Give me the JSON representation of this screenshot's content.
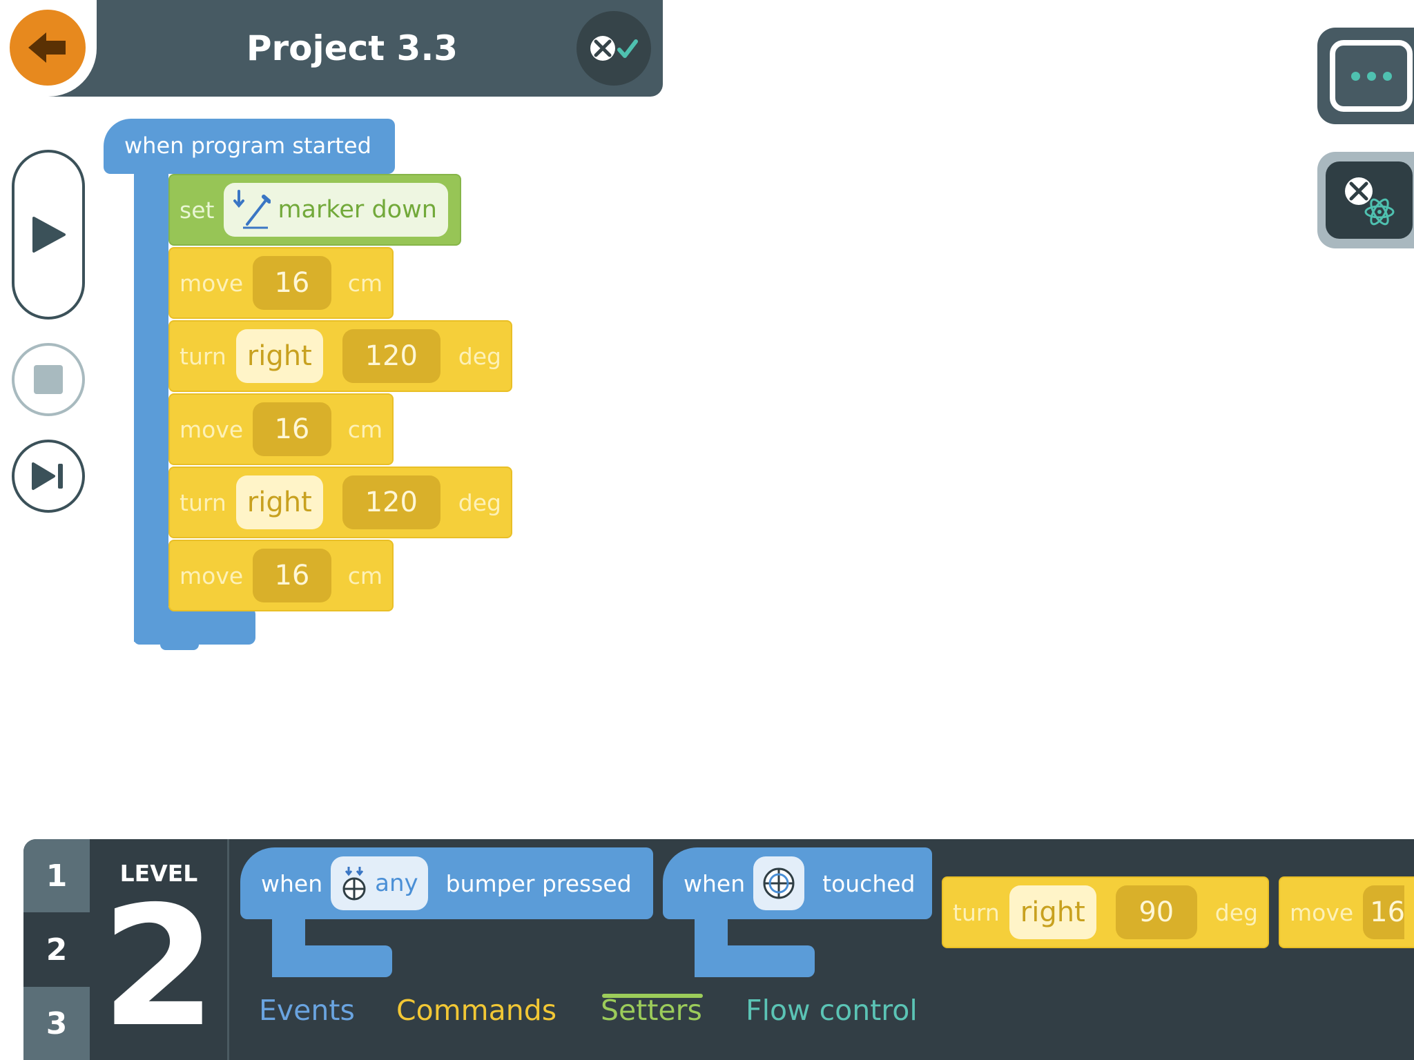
{
  "header": {
    "title": "Project 3.3",
    "back_icon": "arrow-left-icon",
    "robot_status_icon": "robot-connected-icon",
    "accent": "#e7891e"
  },
  "side_buttons": {
    "more_icon": "more-dots-icon",
    "tools_icon": "robot-tools-icon"
  },
  "controls": {
    "play_icon": "play-icon",
    "stop_icon": "stop-icon",
    "step_icon": "step-forward-icon"
  },
  "program": {
    "hat": "when program started",
    "setter": {
      "verb": "set",
      "value": "marker down"
    },
    "blocks": [
      {
        "type": "move",
        "verb": "move",
        "value": "16",
        "unit": "cm"
      },
      {
        "type": "turn",
        "verb": "turn",
        "direction": "right",
        "value": "120",
        "unit": "deg"
      },
      {
        "type": "move",
        "verb": "move",
        "value": "16",
        "unit": "cm"
      },
      {
        "type": "turn",
        "verb": "turn",
        "direction": "right",
        "value": "120",
        "unit": "deg"
      },
      {
        "type": "move",
        "verb": "move",
        "value": "16",
        "unit": "cm"
      }
    ]
  },
  "palette": {
    "levels": [
      "1",
      "2",
      "3"
    ],
    "level_label": "LEVEL",
    "current_level": "2",
    "bumper_block": {
      "when": "when",
      "option": "any",
      "suffix": "bumper pressed"
    },
    "touch_block": {
      "when": "when",
      "suffix": "touched"
    },
    "turn_block": {
      "verb": "turn",
      "direction": "right",
      "value": "90",
      "unit": "deg"
    },
    "move_block": {
      "verb": "move",
      "value": "16"
    },
    "categories": [
      "Events",
      "Commands",
      "Setters",
      "Flow control"
    ],
    "active_category": "Setters"
  },
  "colors": {
    "header_bg": "#475a63",
    "events": "#5b9cd8",
    "commands": "#f5cf3a",
    "setters": "#97c556",
    "flow_control": "#5bc4b5"
  }
}
